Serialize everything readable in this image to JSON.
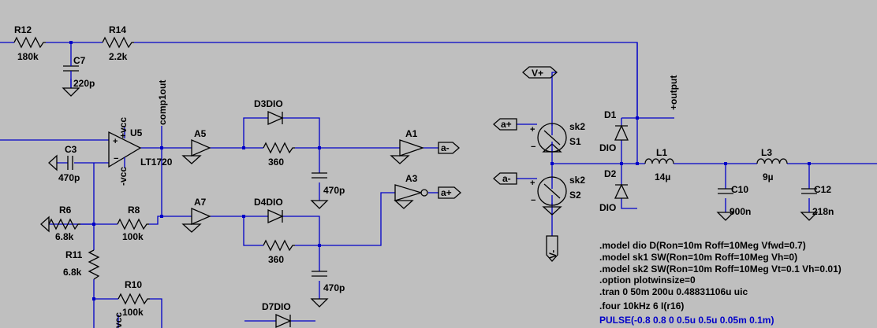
{
  "components": {
    "R12": {
      "name": "R12",
      "value": "180k"
    },
    "R14": {
      "name": "R14",
      "value": "2.2k"
    },
    "C7": {
      "name": "C7",
      "value": "220p"
    },
    "C3": {
      "name": "C3",
      "value": "470p"
    },
    "U5": {
      "name": "U5",
      "part": "LT1720",
      "pos": "+vcc",
      "neg": "-vcc"
    },
    "comp1out": "comp1out",
    "A5": "A5",
    "A7": "A7",
    "A1": "A1",
    "A3": "A3",
    "D3": {
      "name": "D3",
      "model": "DIO"
    },
    "D4": {
      "name": "D4",
      "model": "DIO"
    },
    "D7": {
      "name": "D7",
      "model": "DIO"
    },
    "R_top": "360",
    "R_bot": "360",
    "C_top": "470p",
    "C_bot": "470p",
    "R6": {
      "name": "R6",
      "value": "6.8k"
    },
    "R8": {
      "name": "R8",
      "value": "100k"
    },
    "R11": {
      "name": "R11",
      "value": "6.8k"
    },
    "R10": {
      "name": "R10",
      "value": "100k"
    },
    "vcc_bottom": "vcc",
    "S1": {
      "name": "S1",
      "model": "sk2"
    },
    "S2": {
      "name": "S2",
      "model": "sk2"
    },
    "D1": {
      "name": "D1",
      "model": "DIO"
    },
    "D2": {
      "name": "D2",
      "model": "DIO"
    },
    "L1": {
      "name": "L1",
      "value": "14µ"
    },
    "L3": {
      "name": "L3",
      "value": "9µ"
    },
    "C10": {
      "name": "C10",
      "value": "900n"
    },
    "C12": {
      "name": "C12",
      "value": "218n"
    }
  },
  "ports": {
    "a_minus": "a-",
    "a_plus": "a+",
    "v_plus": "V+",
    "v_minus": "V-",
    "output": "+output"
  },
  "directives": [
    ".model dio D(Ron=10m Roff=10Meg Vfwd=0.7)",
    ".model sk1 SW(Ron=10m Roff=10Meg Vh=0)",
    ".model sk2 SW(Ron=10m Roff=10Meg Vt=0.1 Vh=0.01)",
    ".option plotwinsize=0",
    ".tran 0 50m 200u 0.48831106u uic",
    ".four 10kHz 6  I(r16)"
  ],
  "pulse": "PULSE(-0.8 0.8 0 0.5u 0.5u 0.05m 0.1m)",
  "colors": {
    "background": "#bfbfbf",
    "wire": "#0000c8",
    "component": "#000000"
  }
}
